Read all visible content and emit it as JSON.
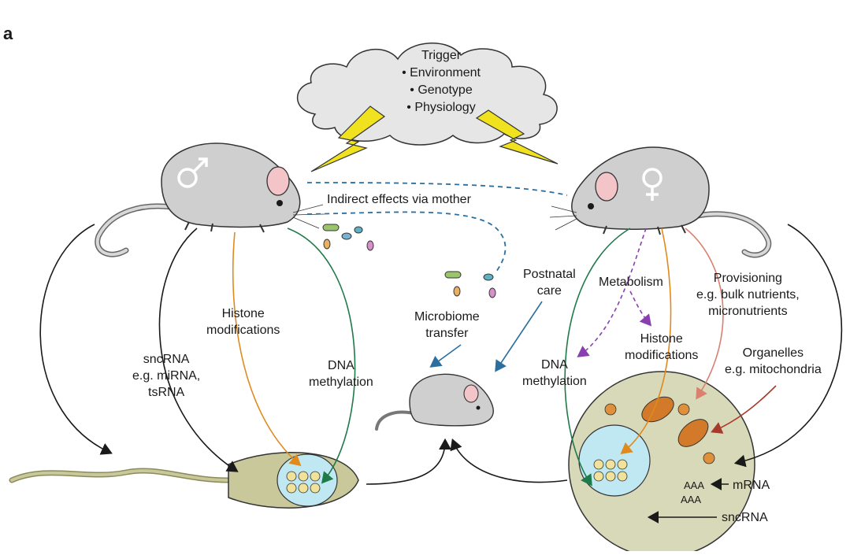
{
  "panel_label": "a",
  "trigger": {
    "title": "Trigger",
    "items": [
      "• Environment",
      "• Genotype",
      "• Physiology"
    ]
  },
  "labels": {
    "indirect_effects": "Indirect effects via mother",
    "histone_left": [
      "Histone",
      "modifications"
    ],
    "sncrna_left": [
      "sncRNA",
      "e.g. miRNA,",
      "tsRNA"
    ],
    "dna_left": [
      "DNA",
      "methylation"
    ],
    "microbiome": [
      "Microbiome",
      "transfer"
    ],
    "postnatal": [
      "Postnatal",
      "care"
    ],
    "metabolism": "Metabolism",
    "provisioning": [
      "Provisioning",
      "e.g. bulk nutrients,",
      "micronutrients"
    ],
    "histone_right": [
      "Histone",
      "modifications"
    ],
    "dna_right": [
      "DNA",
      "methylation"
    ],
    "organelles": [
      "Organelles",
      "e.g. mitochondria"
    ],
    "mrna": "mRNA",
    "sncrna_right": "sncRNA",
    "aaa1": "AAA",
    "aaa2": "AAA"
  },
  "colors": {
    "histone": "#e08a1e",
    "dna": "#1f7a4a",
    "microbiome": "#2a6fa0",
    "metabolism": "#8a3fb0",
    "provisioning": "#d98070",
    "organelles": "#a83a2a",
    "mouse": "#cfcfcf",
    "nucleus": "#bfe8f2",
    "sperm": "#c8c89a",
    "oocyte": "#d8d9b8"
  },
  "icons": {
    "male": "male-symbol-icon",
    "female": "female-symbol-icon",
    "lightning": "lightning-bolt-icon"
  }
}
